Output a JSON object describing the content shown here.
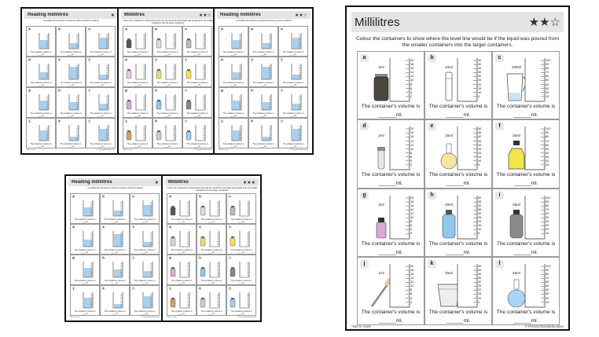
{
  "pages": {
    "reading": {
      "title": "Reading millilitres",
      "instruction": "Complete the sentence to show the volume of each container.",
      "stars": "★",
      "stars_two": "★★☆"
    },
    "colour": {
      "title": "Millilitres",
      "instruction": "Colour the containers to show where the level line would be if the liquid was poured from the smaller containers into the larger containers.",
      "stars_two": "★★☆",
      "stars_three": "★★★"
    }
  },
  "main": {
    "title": "Millilitres",
    "stars": "★★☆",
    "instruction": "Colour the containers to show where the level line would be if the liquid was poured from the smaller containers into the larger containers.",
    "sentence": "The container's volume is",
    "answer": "______ml.",
    "cells": [
      {
        "letter": "a",
        "label": "4ml",
        "scale": [
          "20",
          "18",
          "16",
          "14",
          "12",
          "10",
          "8",
          "6",
          "4",
          "2"
        ]
      },
      {
        "letter": "b",
        "label": "10ml",
        "scale": [
          "50",
          "45",
          "40",
          "35",
          "30",
          "25",
          "20",
          "15",
          "10",
          "5"
        ]
      },
      {
        "letter": "c",
        "label": "100ml",
        "scale": [
          "100",
          "90",
          "80",
          "70",
          "60",
          "50",
          "40",
          "30",
          "20",
          "10"
        ]
      },
      {
        "letter": "d",
        "label": "2ml",
        "scale": [
          "20",
          "18",
          "16",
          "14",
          "12",
          "10",
          "8",
          "6",
          "4",
          "2"
        ]
      },
      {
        "letter": "e",
        "label": "15ml",
        "scale": [
          "50",
          "45",
          "40",
          "35",
          "30",
          "25",
          "20",
          "15",
          "10",
          "5"
        ]
      },
      {
        "letter": "f",
        "label": "35ml",
        "scale": [
          "100",
          "90",
          "80",
          "70",
          "60",
          "50",
          "40",
          "30",
          "20",
          "10"
        ]
      },
      {
        "letter": "g",
        "label": "3ml",
        "scale": [
          "20",
          "18",
          "16",
          "14",
          "12",
          "10",
          "8",
          "6",
          "4",
          "2"
        ]
      },
      {
        "letter": "h",
        "label": "20ml",
        "scale": [
          "50",
          "45",
          "40",
          "35",
          "30",
          "25",
          "20",
          "15",
          "10",
          "5"
        ]
      },
      {
        "letter": "i",
        "label": "25ml",
        "scale": [
          "100",
          "90",
          "80",
          "70",
          "60",
          "50",
          "40",
          "30",
          "20",
          "10"
        ]
      },
      {
        "letter": "j",
        "label": "1ml",
        "scale": [
          "20",
          "18",
          "16",
          "14",
          "12",
          "10",
          "8",
          "6",
          "4",
          "2"
        ]
      },
      {
        "letter": "k",
        "label": "25ml",
        "scale": [
          "50",
          "45",
          "40",
          "35",
          "30",
          "25",
          "20",
          "15",
          "10",
          "5"
        ]
      },
      {
        "letter": "l",
        "label": "45ml",
        "scale": [
          "100",
          "90",
          "80",
          "70",
          "60",
          "50",
          "40",
          "30",
          "20",
          "10"
        ]
      }
    ],
    "footnote": "*Not to scale",
    "credit": "© PrimaryStarsEducation"
  },
  "thumb": {
    "sentence": "The container's volume is",
    "answer": "____ml.",
    "letters": [
      "a",
      "b",
      "c",
      "d",
      "e",
      "f",
      "g",
      "h",
      "i",
      "j",
      "k",
      "l"
    ],
    "footnote": "*Not to scale",
    "credit": "© PrimaryStarsEducation"
  },
  "colors": {
    "liquid": "#a9d0ee",
    "header": "#e4e4e4",
    "border": "#111111"
  }
}
